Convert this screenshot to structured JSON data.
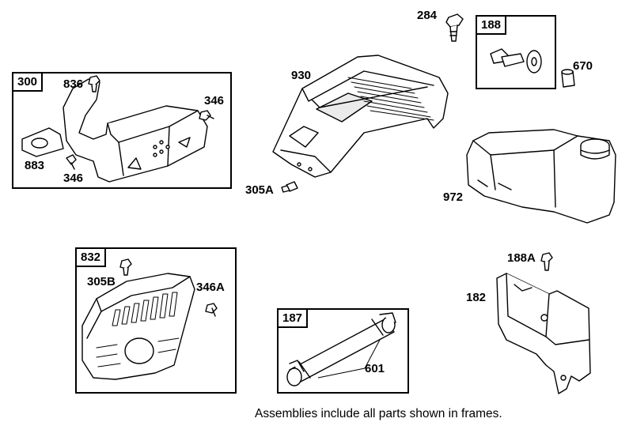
{
  "frames": {
    "f300": {
      "number": "300"
    },
    "f188": {
      "number": "188"
    },
    "f832": {
      "number": "832"
    },
    "f187": {
      "number": "187"
    }
  },
  "labels": {
    "l284": "284",
    "l670": "670",
    "l930": "930",
    "l836": "836",
    "l346a": "346",
    "l883": "883",
    "l346b": "346",
    "l305A": "305A",
    "l972": "972",
    "l188A": "188A",
    "l182": "182",
    "l305B": "305B",
    "l346A": "346A",
    "l601": "601"
  },
  "caption": "Assemblies include all parts shown in frames."
}
